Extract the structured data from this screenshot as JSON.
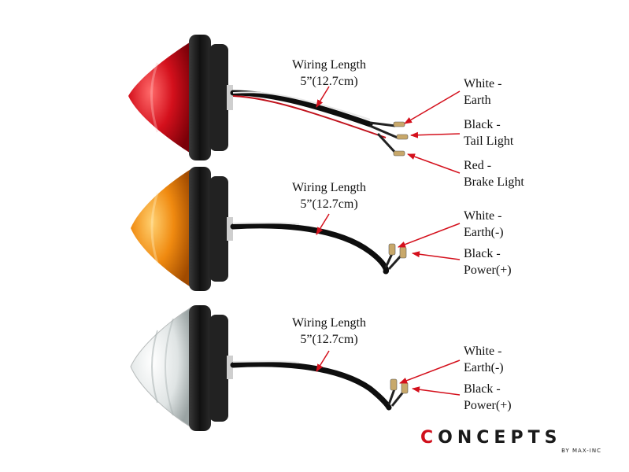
{
  "units": [
    {
      "id": "red",
      "wiring_line1": "Wiring Length",
      "wiring_line2": "5”(12.7cm)",
      "wires": [
        {
          "line1": "White -",
          "line2": "Earth"
        },
        {
          "line1": "Black -",
          "line2": "Tail Light"
        },
        {
          "line1": "Red -",
          "line2": "Brake Light"
        }
      ],
      "lens_color": "#d4101c"
    },
    {
      "id": "amber",
      "wiring_line1": "Wiring Length",
      "wiring_line2": "5”(12.7cm)",
      "wires": [
        {
          "line1": "White -",
          "line2": "Earth(-)"
        },
        {
          "line1": "Black -",
          "line2": "Power(+)"
        }
      ],
      "lens_color": "#f08a10"
    },
    {
      "id": "clear",
      "wiring_line1": "Wiring Length",
      "wiring_line2": "5”(12.7cm)",
      "wires": [
        {
          "line1": "White -",
          "line2": "Earth(-)"
        },
        {
          "line1": "Black -",
          "line2": "Power(+)"
        }
      ],
      "lens_color": "#e8ecec"
    }
  ],
  "logo": {
    "word_first": "C",
    "word_rest": "ONCEPTS",
    "sub": "BY MAX-INC"
  },
  "colors": {
    "arrow": "#d4101c",
    "housing": "#1b1b1b"
  }
}
